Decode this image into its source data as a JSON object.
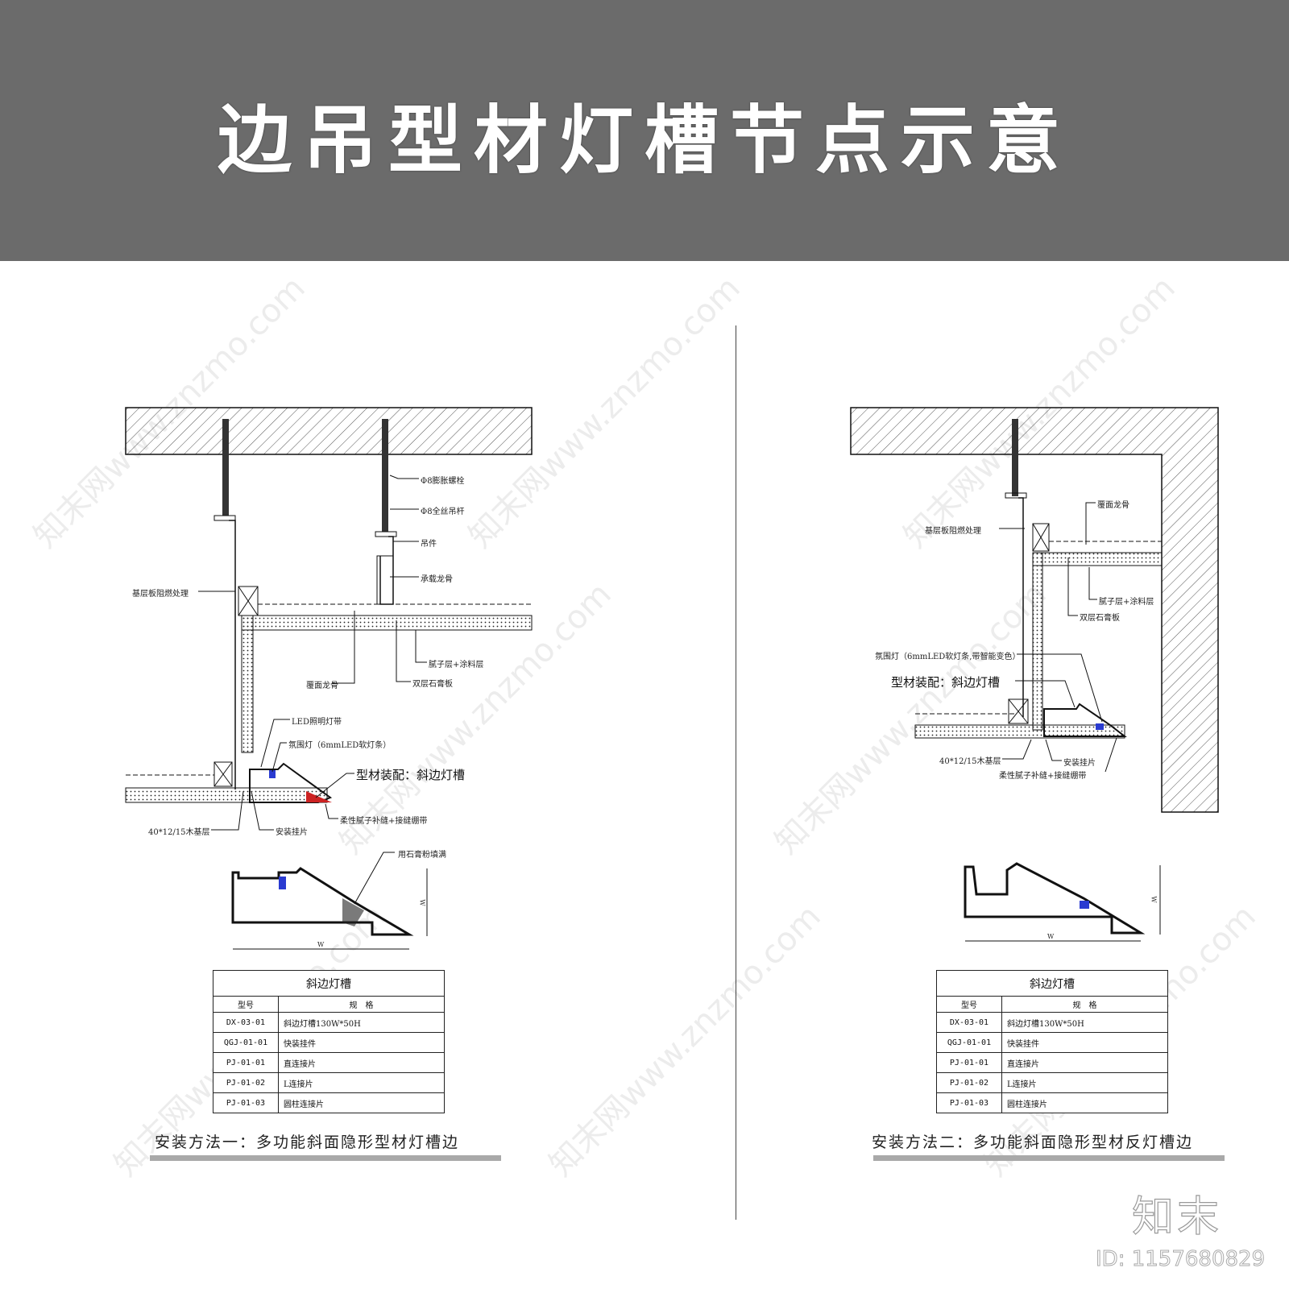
{
  "header": {
    "title": "边吊型材灯槽节点示意",
    "background_color": "#6b6b6b"
  },
  "left_detail": {
    "labels": {
      "expansion_bolt": "Φ8膨胀螺栓",
      "threaded_rod": "Φ8全丝吊杆",
      "hanger": "吊件",
      "main_keel": "承载龙骨",
      "fire_retardant": "基层板阻燃处理",
      "cover_keel": "覆面龙骨",
      "putty_paint": "腻子层+涂料层",
      "double_gypsum": "双层石膏板",
      "led_strip": "LED照明灯带",
      "ambient_light": "氛围灯（6mmLED软灯条）",
      "profile_assembly": "型材装配：斜边灯槽",
      "flexible_putty": "柔性腻子补缝+接缝绷带",
      "wood_base": "40*12/15木基层",
      "install_clip": "安装挂片",
      "gypsum_fill": "用石膏粉填满",
      "dim_w": "W",
      "dim_h": "H"
    },
    "table": {
      "title": "斜边灯槽",
      "headers": [
        "型号",
        "规　格"
      ],
      "rows": [
        {
          "code": "DX-03-01",
          "spec": "斜边灯槽130W*50H"
        },
        {
          "code": "QGJ-01-01",
          "spec": "快装挂件"
        },
        {
          "code": "PJ-01-01",
          "spec": "直连接片"
        },
        {
          "code": "PJ-01-02",
          "spec": "L连接片"
        },
        {
          "code": "PJ-01-03",
          "spec": "圆柱连接片"
        }
      ]
    },
    "caption": "安装方法一：多功能斜面隐形型材灯槽边"
  },
  "right_detail": {
    "labels": {
      "cover_keel": "覆面龙骨",
      "fire_retardant": "基层板阻燃处理",
      "putty_paint": "腻子层+涂料层",
      "double_gypsum": "双层石膏板",
      "ambient_light": "氛围灯（6mmLED软灯条,带智能变色）",
      "profile_assembly": "型材装配：斜边灯槽",
      "wood_base": "40*12/15木基层",
      "install_clip": "安装挂片",
      "flexible_putty": "柔性腻子补缝+接缝绷带",
      "dim_w": "W",
      "dim_h": "H"
    },
    "table": {
      "title": "斜边灯槽",
      "headers": [
        "型号",
        "规　格"
      ],
      "rows": [
        {
          "code": "DX-03-01",
          "spec": "斜边灯槽130W*50H"
        },
        {
          "code": "QGJ-01-01",
          "spec": "快装挂件"
        },
        {
          "code": "PJ-01-01",
          "spec": "直连接片"
        },
        {
          "code": "PJ-01-02",
          "spec": "L连接片"
        },
        {
          "code": "PJ-01-03",
          "spec": "圆柱连接片"
        }
      ]
    },
    "caption": "安装方法二：多功能斜面隐形型材反灯槽边"
  },
  "branding": {
    "logo": "知末",
    "id": "ID: 1157680829",
    "watermark": "知末网www.znzmo.com"
  }
}
